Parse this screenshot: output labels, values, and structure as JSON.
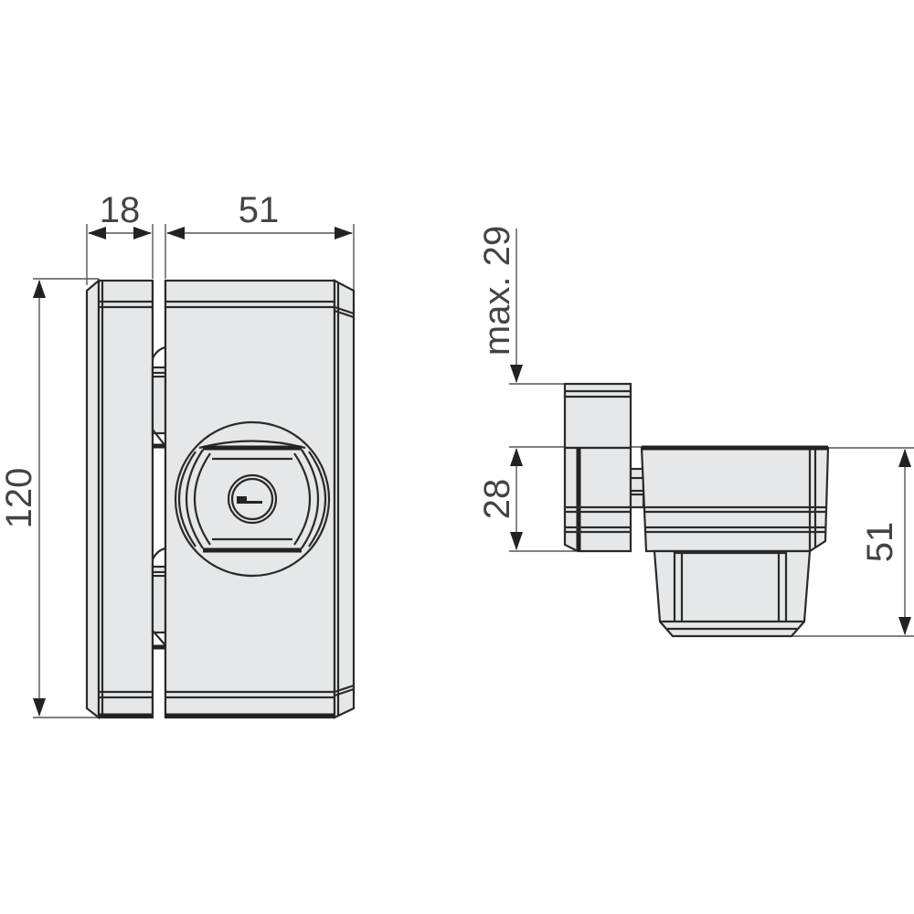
{
  "drawing": {
    "title": "Window lock technical dimension drawing",
    "front_view": {
      "dimensions": {
        "width_left": "18",
        "width_right": "51",
        "height": "120"
      },
      "key_icon": "key-cylinder-icon"
    },
    "side_view": {
      "dimensions": {
        "gap_max": "max. 29",
        "depth_left": "28",
        "depth_right": "51"
      }
    },
    "colors": {
      "body_fill": "#e6e7e8",
      "outline": "#2a2a2a",
      "dimension_line": "#555555",
      "background": "#ffffff"
    }
  }
}
